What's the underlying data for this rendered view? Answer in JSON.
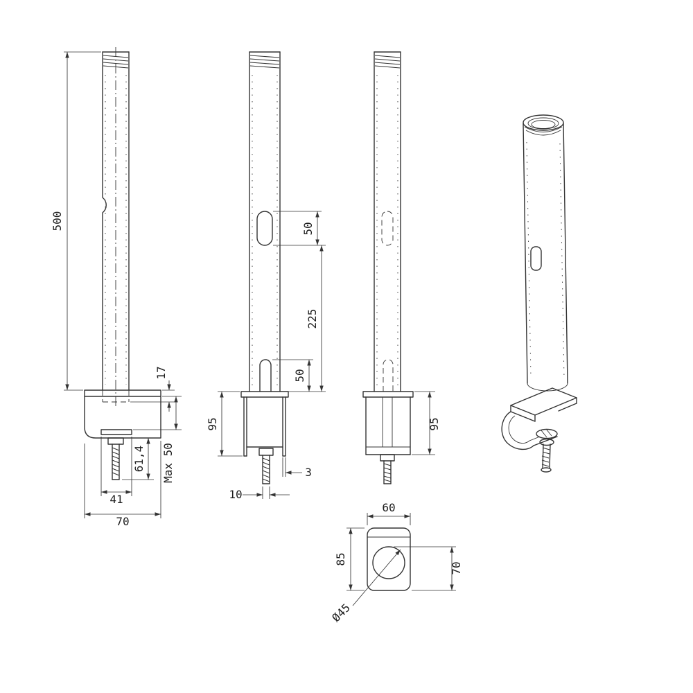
{
  "colors": {
    "line": "#333333",
    "background": "#ffffff"
  },
  "views": {
    "side_left": {
      "dims": {
        "overall_height": "500",
        "pole_insert": "17",
        "screw_length": "61,4",
        "max_clamp": "Max 50",
        "pad_width": "41",
        "clamp_depth": "70"
      }
    },
    "front": {
      "dims": {
        "slot_height": "50",
        "slot_offset": "225",
        "lower_slot_height": "50",
        "clamp_height": "95",
        "screw_diameter": "10",
        "flange_thickness": "3"
      }
    },
    "side_right": {
      "dims": {
        "clamp_height": "95"
      }
    },
    "top": {
      "dims": {
        "width": "60",
        "length": "85",
        "depth": "70",
        "bore_diameter": "Ø45"
      }
    }
  }
}
